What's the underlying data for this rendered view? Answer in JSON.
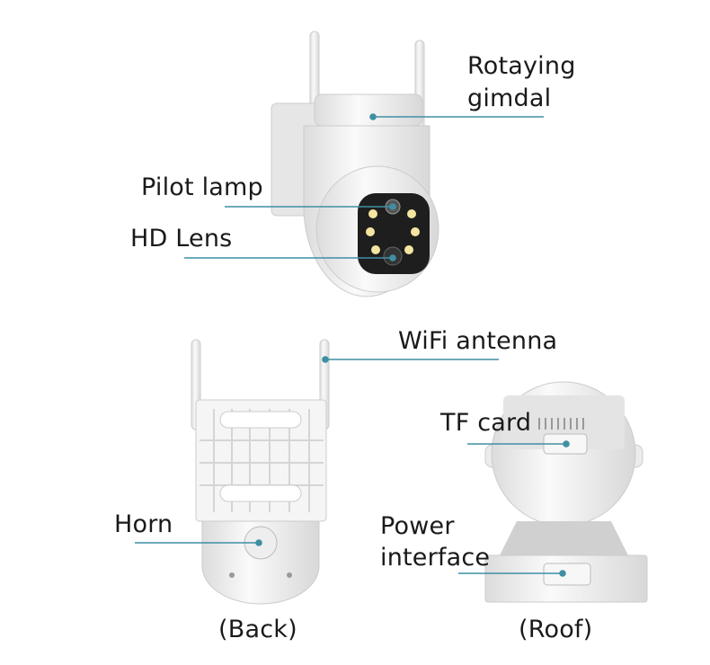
{
  "labels": {
    "gimbal_line1": "Rotaying",
    "gimbal_line2": "gimdal",
    "pilot_lamp": "Pilot lamp",
    "hd_lens": "HD Lens",
    "wifi_antenna": "WiFi antenna",
    "tf_card": "TF card",
    "horn": "Horn",
    "power_line1": "Power",
    "power_line2": "interface",
    "back_caption": "(Back)",
    "roof_caption": "(Roof)"
  },
  "colors": {
    "leader_line": "#3f8fa3",
    "body": "#f2f2f2",
    "shadow": "#d6d6d6"
  }
}
